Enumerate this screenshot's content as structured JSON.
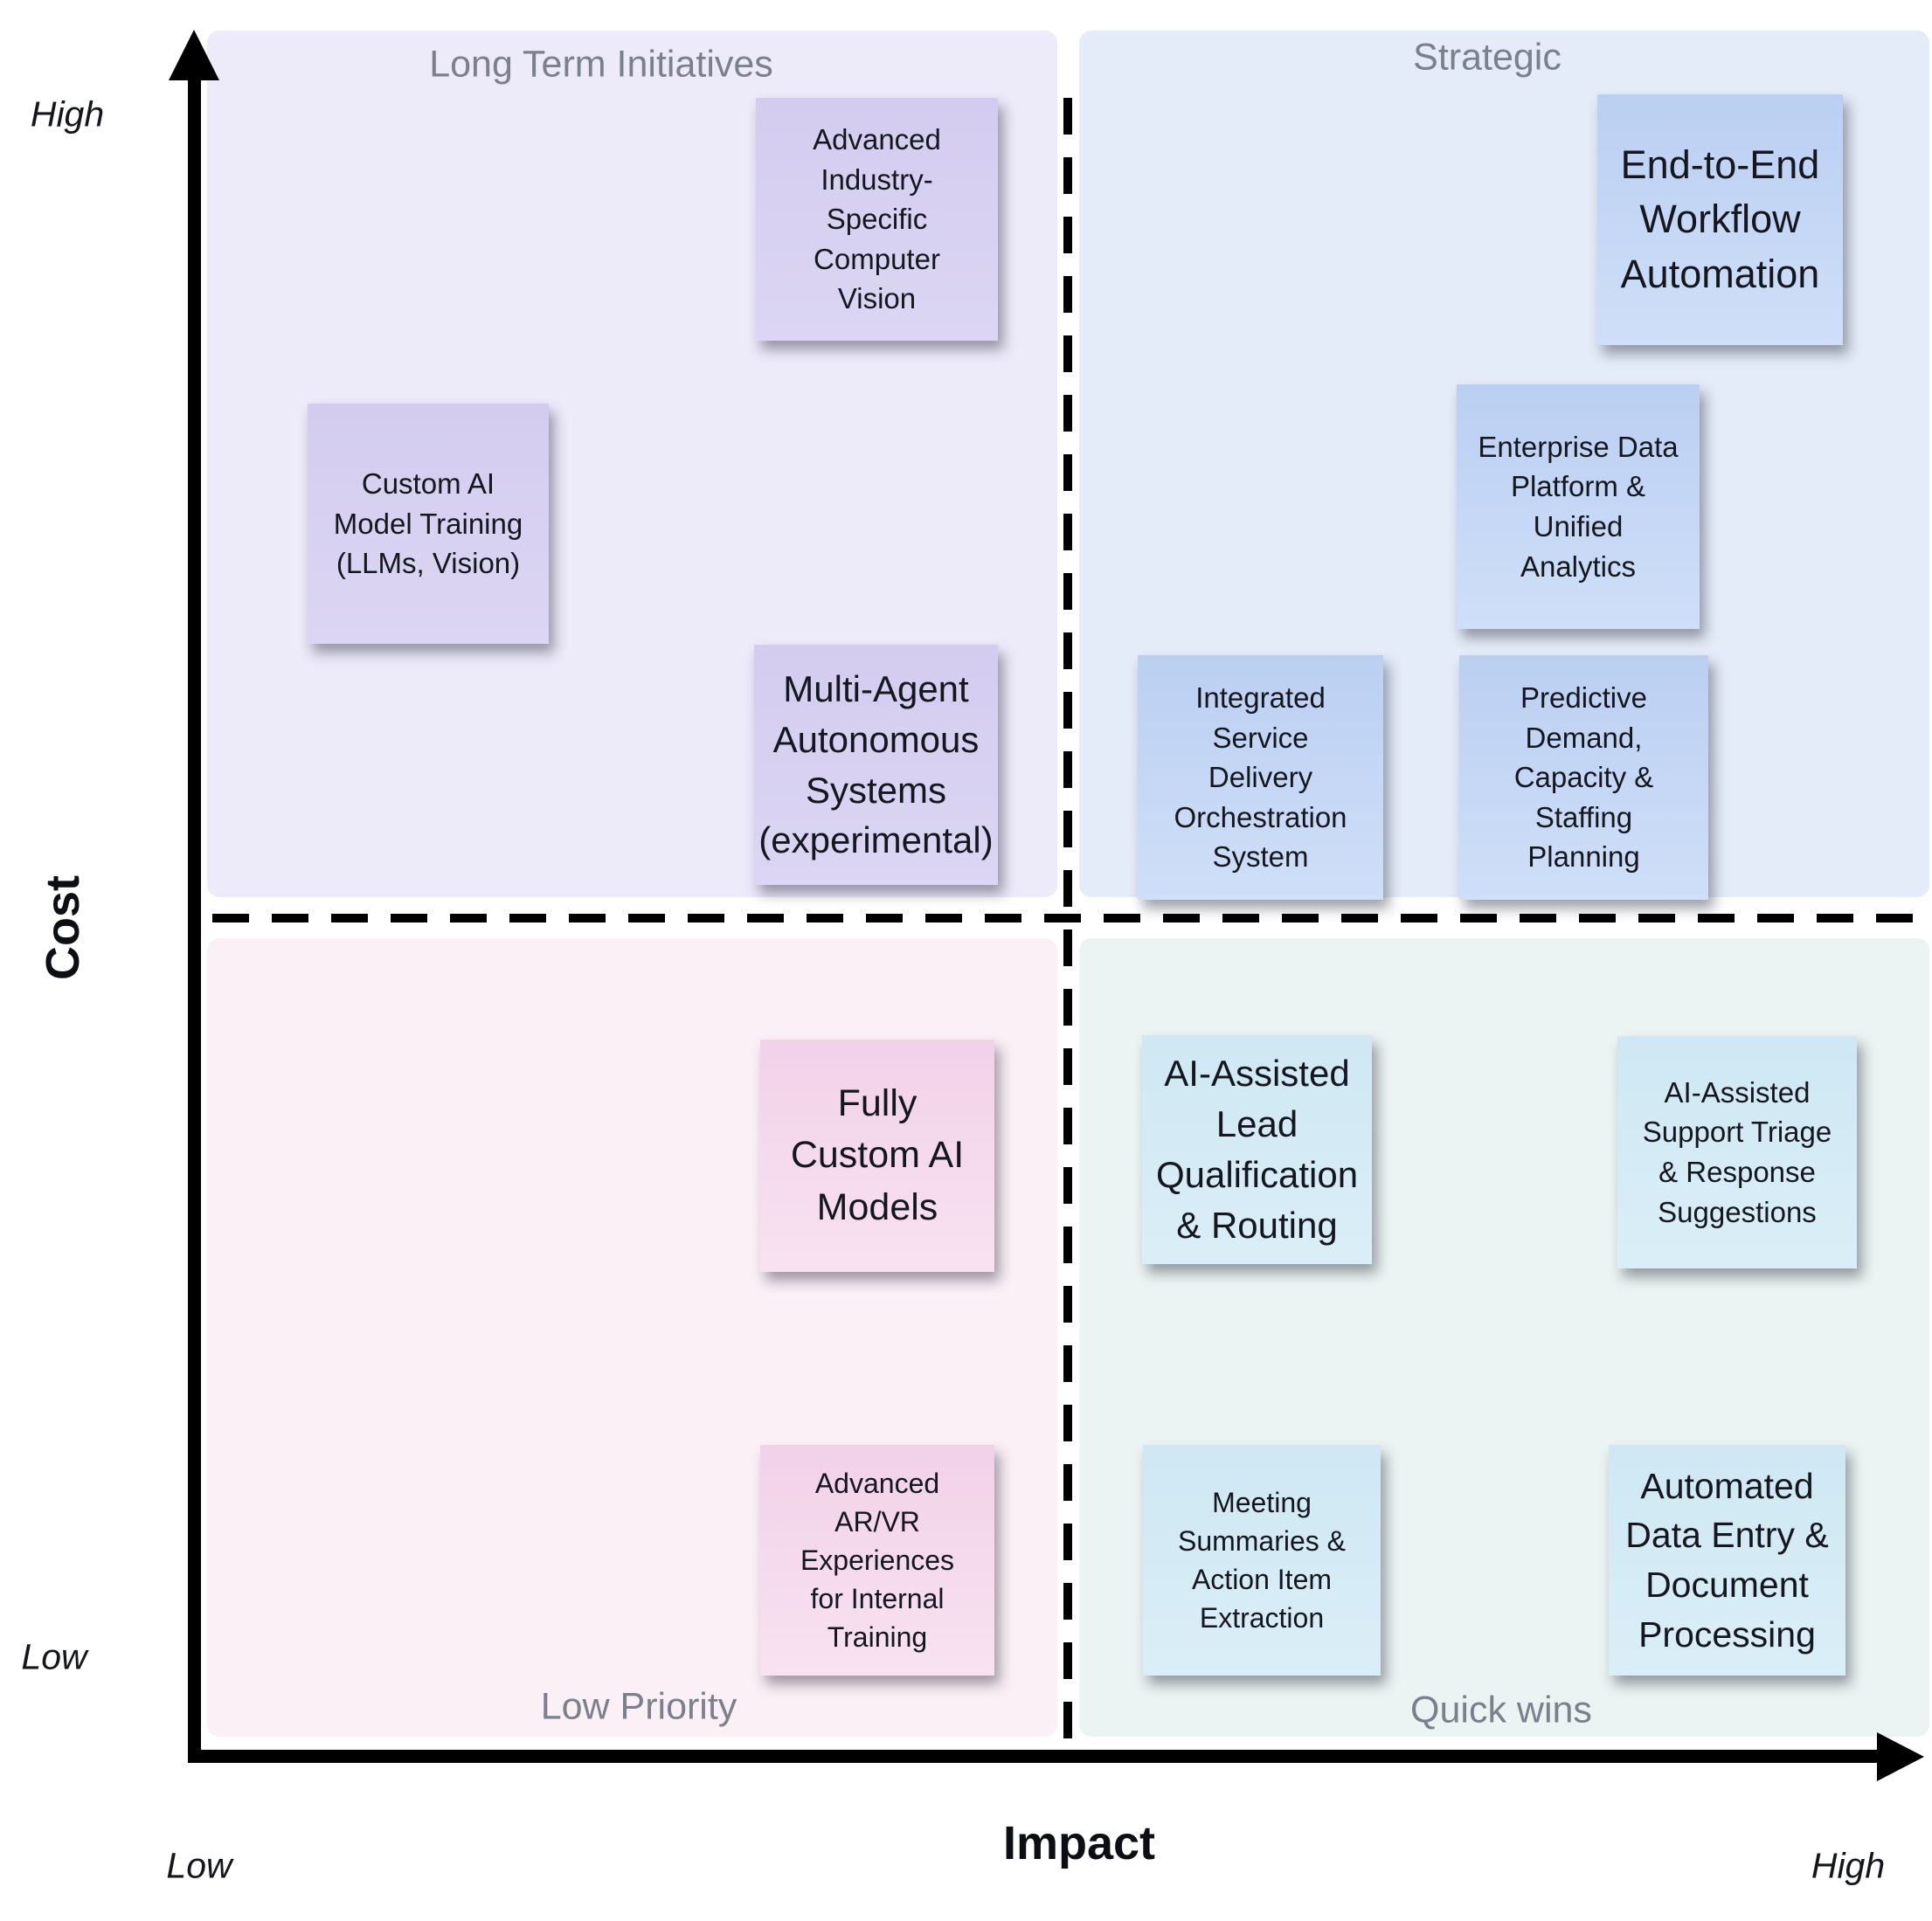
{
  "axes": {
    "x_title": "Impact",
    "y_title": "Cost",
    "x_low": "Low",
    "x_high": "High",
    "y_low": "Low",
    "y_high": "High"
  },
  "quadrants": {
    "top_left": {
      "label": "Long Term Initiatives",
      "bg_color": "#edeafa",
      "note_color_top": "#d3ccef",
      "note_color_bottom": "#dcd6f4"
    },
    "top_right": {
      "label": "Strategic",
      "bg_color": "#e4ecf9",
      "note_color_top": "#bbcff2",
      "note_color_bottom": "#cfdff8"
    },
    "bottom_left": {
      "label": "Low Priority",
      "bg_color": "#fcf0f7",
      "note_color_top": "#f2d1e9",
      "note_color_bottom": "#f8e2f1"
    },
    "bottom_right": {
      "label": "Quick wins",
      "bg_color": "#ebf4f2",
      "note_color_top": "#cfe8f3",
      "note_color_bottom": "#daeef7"
    }
  },
  "notes": [
    {
      "quadrant": "top_left",
      "impact": "low",
      "cost": "high",
      "text": "Advanced\nIndustry-\nSpecific\nComputer\nVision"
    },
    {
      "quadrant": "top_left",
      "impact": "low",
      "cost": "high",
      "text": "Custom AI\nModel Training\n(LLMs, Vision)"
    },
    {
      "quadrant": "top_left",
      "impact": "low",
      "cost": "high",
      "text": "Multi-Agent\nAutonomous\nSystems\n(experimental)"
    },
    {
      "quadrant": "top_right",
      "impact": "high",
      "cost": "high",
      "text": "End-to-End\nWorkflow\nAutomation"
    },
    {
      "quadrant": "top_right",
      "impact": "high",
      "cost": "high",
      "text": "Enterprise Data\nPlatform &\nUnified\nAnalytics"
    },
    {
      "quadrant": "top_right",
      "impact": "high",
      "cost": "high",
      "text": "Integrated\nService\nDelivery\nOrchestration\nSystem"
    },
    {
      "quadrant": "top_right",
      "impact": "high",
      "cost": "high",
      "text": "Predictive\nDemand,\nCapacity &\nStaffing\nPlanning"
    },
    {
      "quadrant": "bottom_left",
      "impact": "low",
      "cost": "low",
      "text": "Fully\nCustom AI\nModels"
    },
    {
      "quadrant": "bottom_left",
      "impact": "low",
      "cost": "low",
      "text": "Advanced\nAR/VR\nExperiences\nfor Internal\nTraining"
    },
    {
      "quadrant": "bottom_right",
      "impact": "high",
      "cost": "low",
      "text": "AI-Assisted\nLead\nQualification\n& Routing"
    },
    {
      "quadrant": "bottom_right",
      "impact": "high",
      "cost": "low",
      "text": "AI-Assisted\nSupport Triage\n& Response\nSuggestions"
    },
    {
      "quadrant": "bottom_right",
      "impact": "high",
      "cost": "low",
      "text": "Meeting\nSummaries &\nAction Item\nExtraction"
    },
    {
      "quadrant": "bottom_right",
      "impact": "high",
      "cost": "low",
      "text": "Automated\nData Entry &\nDocument\nProcessing"
    }
  ],
  "colors": {
    "divider_line": "#000000",
    "axis_line": "#000000",
    "quadrant_label_gray": "#7b808c",
    "note_text": "#14171f"
  }
}
